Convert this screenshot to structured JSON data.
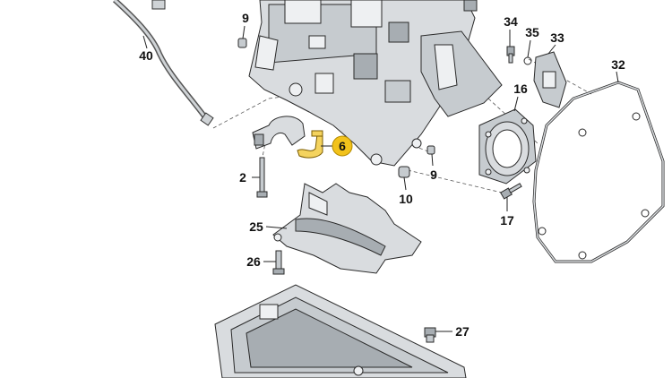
{
  "callouts": {
    "c9a": "9",
    "c40": "40",
    "c34": "34",
    "c35": "35",
    "c33": "33",
    "c32": "32",
    "c16": "16",
    "c6": "6",
    "c9b": "9",
    "c2": "2",
    "c10": "10",
    "c17": "17",
    "c25": "25",
    "c26": "26",
    "c27": "27"
  },
  "colors": {
    "part_fill": "#d9dcdf",
    "part_dark": "#a7adb2",
    "part_light": "#eef0f2",
    "highlight_badge": "#f2c21b",
    "highlight_part": "#f4d35e"
  }
}
